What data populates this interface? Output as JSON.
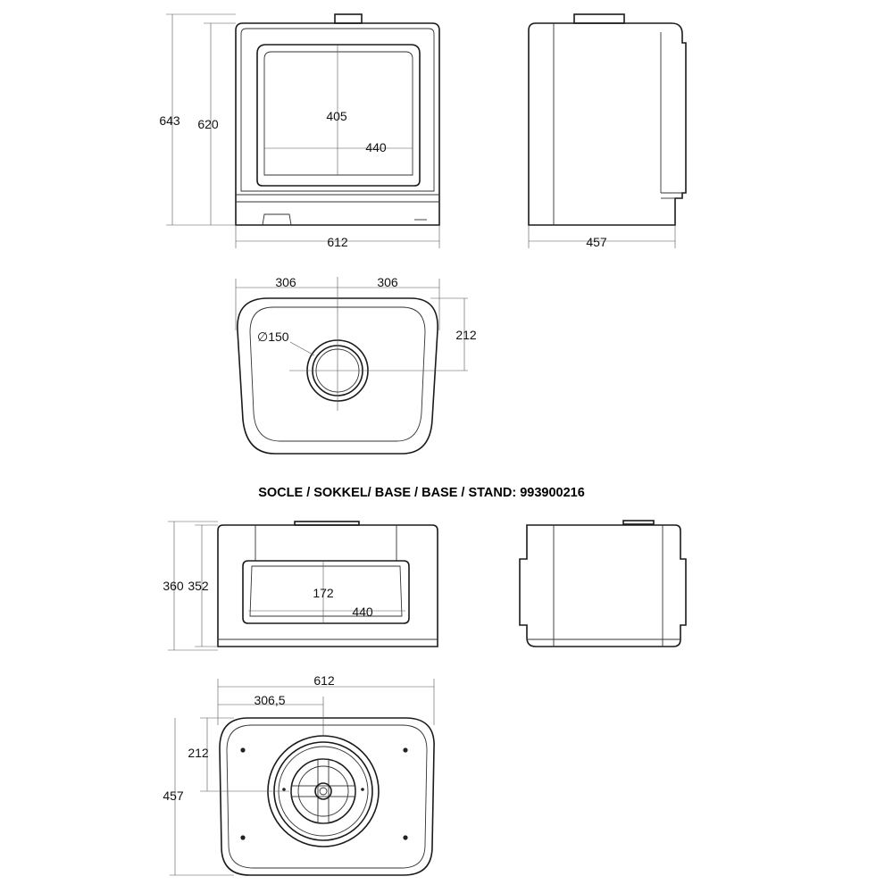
{
  "stove_front": {
    "height_total": "643",
    "height_body": "620",
    "window_height": "405",
    "window_width": "440",
    "width": "612"
  },
  "stove_side": {
    "depth": "457"
  },
  "stove_top": {
    "left_half": "306",
    "right_half": "306",
    "flue_offset": "212",
    "flue_diameter": "∅150"
  },
  "base_title": "SOCLE / SOKKEL/ BASE / BASE / STAND: 993900216",
  "base_front": {
    "height_total": "360",
    "height_body": "352",
    "opening_height": "172",
    "opening_width": "440"
  },
  "base_bottom": {
    "width": "612",
    "half_width": "306,5",
    "flue_offset": "212",
    "depth": "457"
  }
}
